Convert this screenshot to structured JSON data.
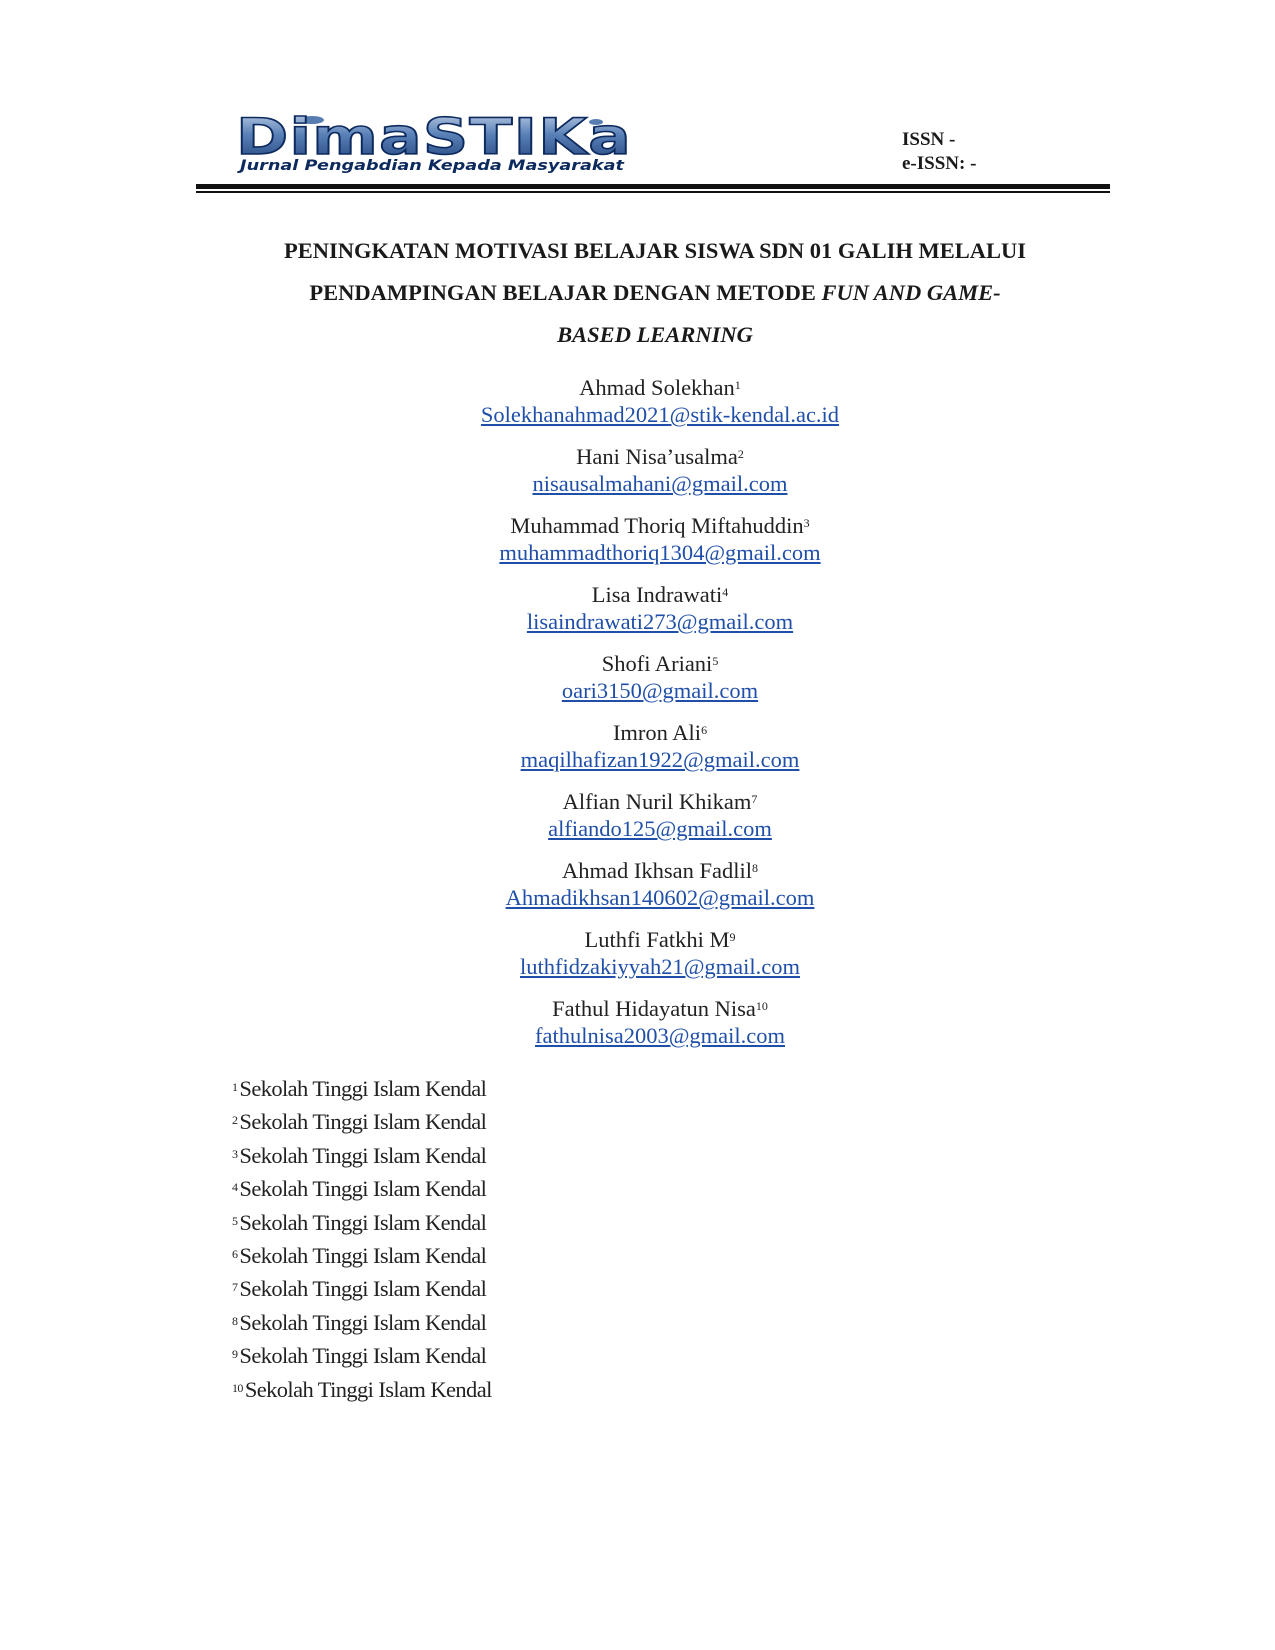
{
  "header": {
    "logo_title": "DimaSTIKa",
    "logo_subtitle": "Jurnal Pengabdian Kepada Masyarakat",
    "issn": "ISSN -",
    "eissn": "e-ISSN: -"
  },
  "title": {
    "line1": "PENINGKATAN MOTIVASI BELAJAR SISWA SDN 01 GALIH MELALUI",
    "line2_plain": "PENDAMPINGAN BELAJAR DENGAN METODE ",
    "line2_italic": "FUN AND GAME-",
    "line3_italic": "BASED LEARNING"
  },
  "authors": [
    {
      "name": "Ahmad Solekhan",
      "sup": "1",
      "email": "Solekhanahmad2021@stik-kendal.ac.id"
    },
    {
      "name": "Hani Nisa’usalma",
      "sup": "2",
      "email": "nisausalmahani@gmail.com"
    },
    {
      "name": "Muhammad Thoriq Miftahuddin",
      "sup": "3",
      "email": "muhammadthoriq1304@gmail.com"
    },
    {
      "name": "Lisa Indrawati",
      "sup": "4",
      "email": "lisaindrawati273@gmail.com"
    },
    {
      "name": "Shofi Ariani",
      "sup": "5",
      "email": "oari3150@gmail.com"
    },
    {
      "name": "Imron Ali",
      "sup": "6",
      "email": "maqilhafizan1922@gmail.com"
    },
    {
      "name": "Alfian Nuril Khikam",
      "sup": "7",
      "email": "alfiando125@gmail.com"
    },
    {
      "name": "Ahmad Ikhsan Fadlil",
      "sup": "8",
      "email": "Ahmadikhsan140602@gmail.com"
    },
    {
      "name": "Luthfi Fatkhi M",
      "sup": "9",
      "email": "luthfidzakiyyah21@gmail.com"
    },
    {
      "name": "Fathul Hidayatun Nisa",
      "sup": "10",
      "email": "fathulnisa2003@gmail.com"
    }
  ],
  "affiliations": [
    {
      "sup": "1",
      "text": "Sekolah Tinggi Islam Kendal"
    },
    {
      "sup": "2",
      "text": "Sekolah Tinggi Islam Kendal"
    },
    {
      "sup": "3",
      "text": "Sekolah Tinggi Islam Kendal"
    },
    {
      "sup": "4",
      "text": "Sekolah Tinggi Islam Kendal"
    },
    {
      "sup": "5",
      "text": "Sekolah Tinggi Islam Kendal"
    },
    {
      "sup": "6",
      "text": "Sekolah Tinggi Islam Kendal"
    },
    {
      "sup": "7",
      "text": "Sekolah Tinggi Islam Kendal"
    },
    {
      "sup": "8",
      "text": "Sekolah Tinggi Islam Kendal"
    },
    {
      "sup": "9",
      "text": "Sekolah Tinggi Islam Kendal"
    },
    {
      "sup": "10",
      "text": "Sekolah Tinggi Islam Kendal"
    }
  ],
  "colors": {
    "link": "#1f4fa8",
    "logo_blue": "#2d5c9e",
    "logo_dark": "#0d2a5e"
  }
}
